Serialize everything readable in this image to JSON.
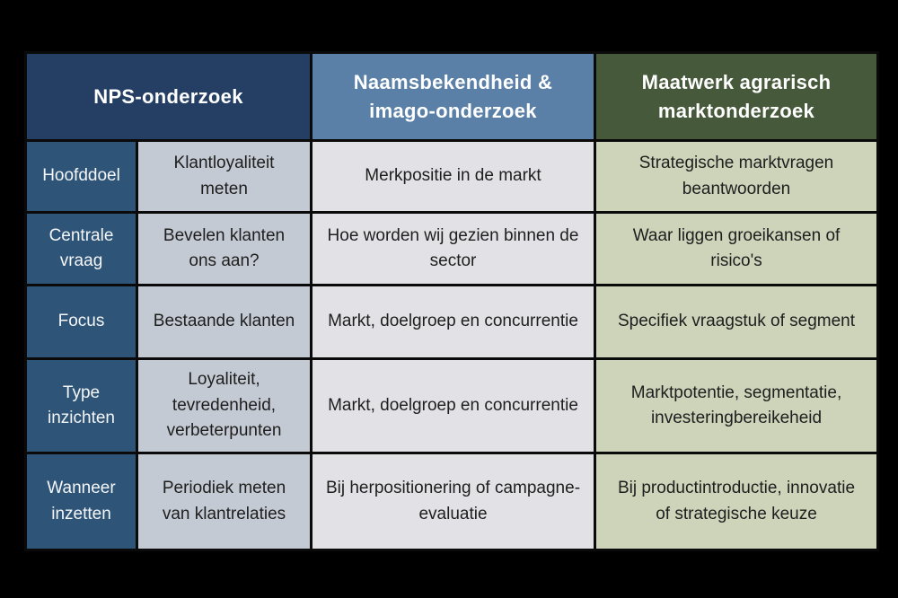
{
  "colors": {
    "background": "#000000",
    "header_nps": "#243f63",
    "header_naamsbekendheid": "#5a80a8",
    "header_maatwerk": "#46593b",
    "row_label_bg": "#2e5478",
    "nps_cell_bg": "#c4cad3",
    "naamsbekendheid_cell_bg": "#e2e2e6",
    "maatwerk_cell_bg": "#cdd4ba",
    "border": "#0a0a0a",
    "header_text": "#ffffff",
    "cell_text": "#1e1e1e"
  },
  "chart_data": {
    "type": "table",
    "title": "",
    "column_headers": [
      "NPS-onderzoek",
      "Naamsbekendheid & imago-onderzoek",
      "Maatwerk agrarisch marktonderzoek"
    ],
    "row_headers": [
      "Hoofddoel",
      "Centrale vraag",
      "Focus",
      "Type inzichten",
      "Wanneer inzetten"
    ],
    "rows": [
      {
        "label": "Hoofddoel",
        "cells": [
          "Klantloyaliteit meten",
          "Merkpositie in de markt",
          "Strategische marktvragen beantwoorden"
        ]
      },
      {
        "label": "Centrale vraag",
        "cells": [
          "Bevelen klanten ons aan?",
          "Hoe worden wij gezien binnen de sector",
          "Waar liggen groeikansen of risico's"
        ]
      },
      {
        "label": "Focus",
        "cells": [
          "Bestaande klanten",
          "Markt, doelgroep en concurrentie",
          "Specifiek vraagstuk of segment"
        ]
      },
      {
        "label": "Type inzichten",
        "cells": [
          "Loyaliteit, tevredenheid, verbeterpunten",
          "Markt, doelgroep en concurrentie",
          "Marktpotentie, segmentatie, investeringbereikeheid"
        ]
      },
      {
        "label": "Wanneer inzetten",
        "cells": [
          "Periodiek meten van klantrelaties",
          "Bij herpositionering of campagne-evaluatie",
          "Bij productintroductie, innovatie of strategische keuze"
        ]
      }
    ]
  }
}
